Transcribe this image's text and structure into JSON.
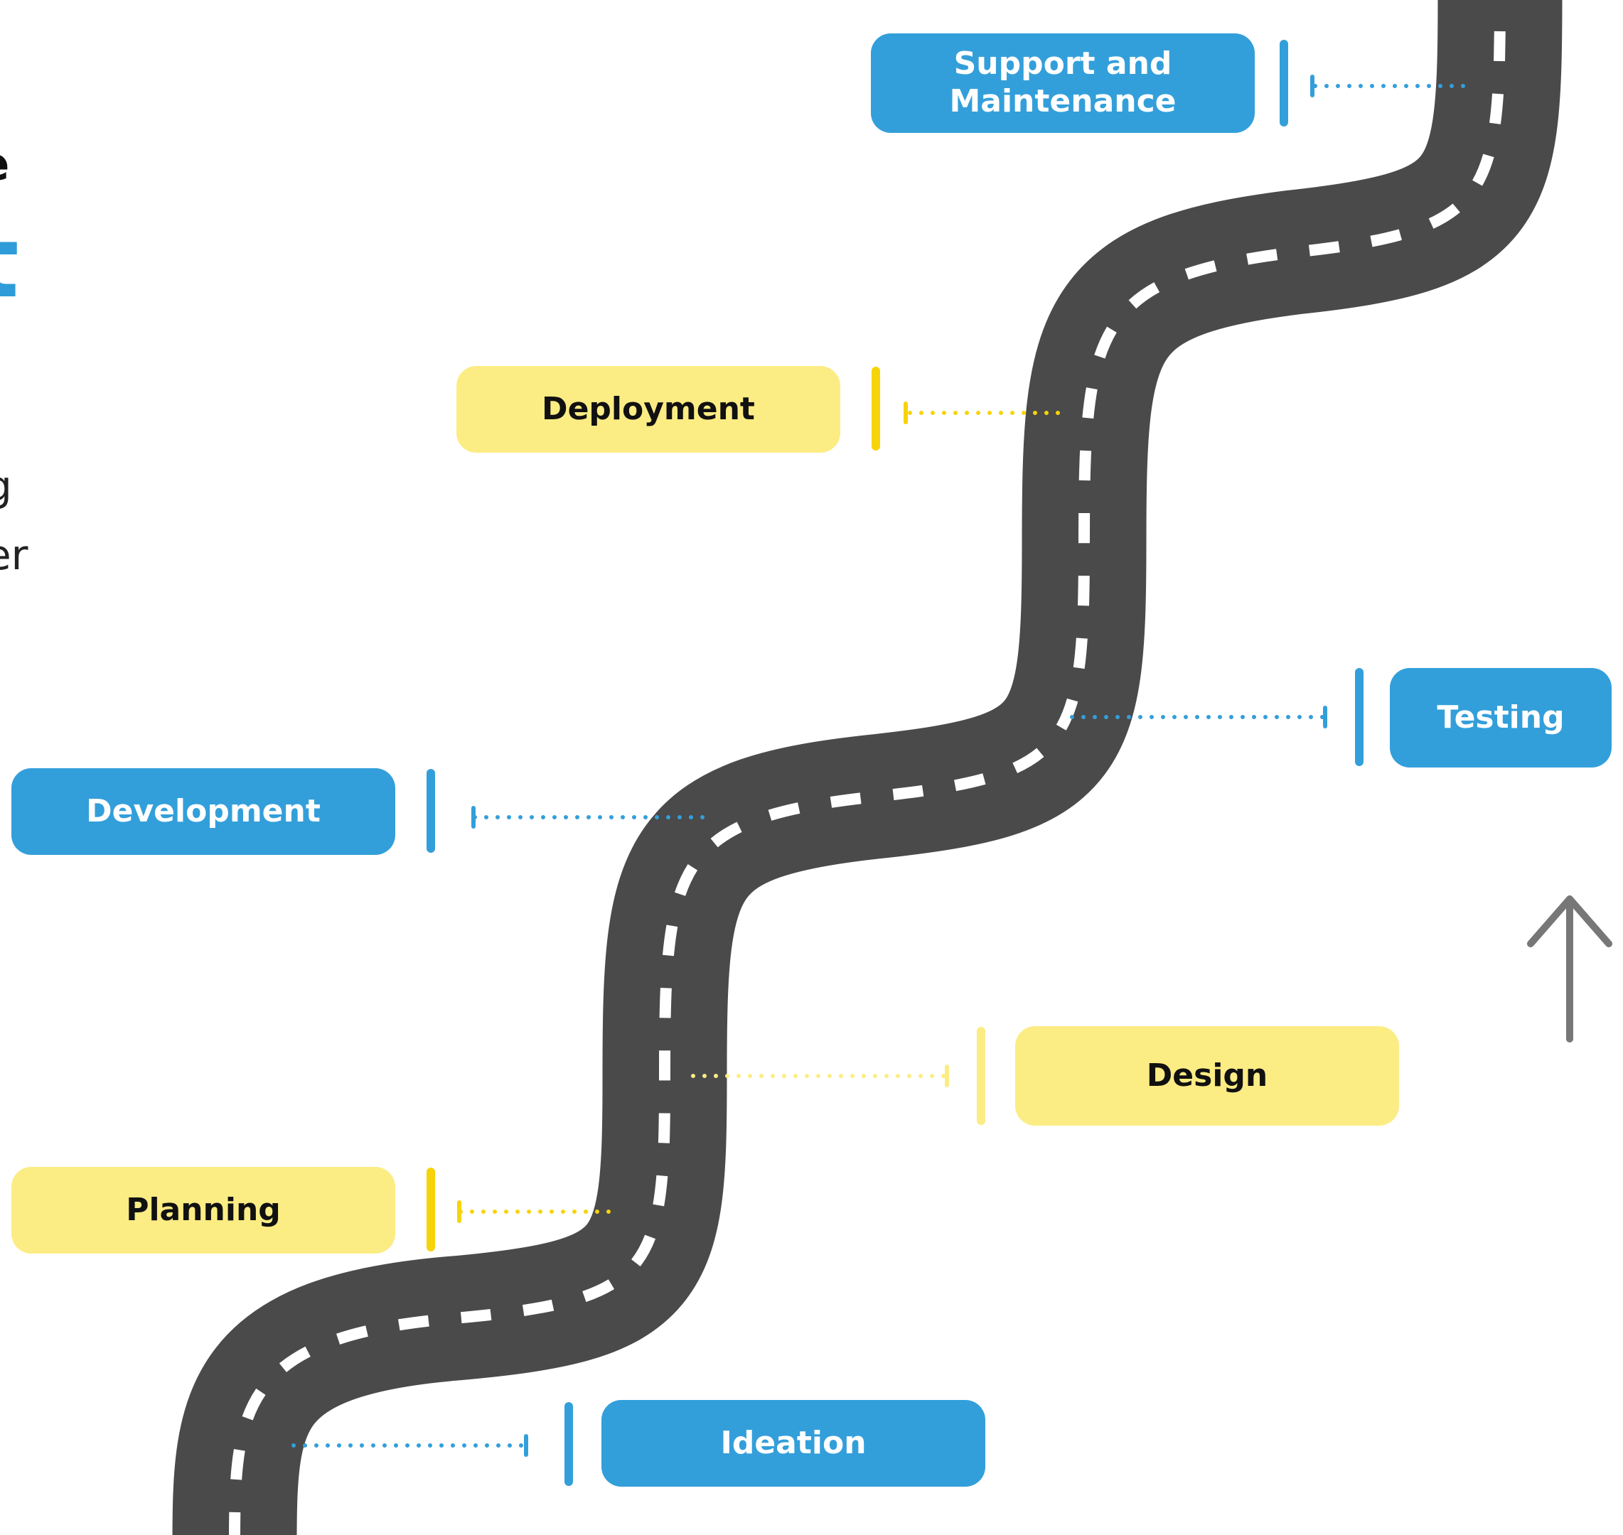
{
  "title_fragments": [
    "e",
    "t"
  ],
  "body_fragments": [
    "g",
    "er"
  ],
  "colors": {
    "blue": "#339fda",
    "yellow": "#fcec84",
    "yellow_accent": "#f7d30a",
    "road": "#4a4a4a",
    "lane_marking": "#ffffff",
    "arrow": "#777777"
  },
  "stages": [
    {
      "id": "ideation",
      "label": "Ideation",
      "color": "blue"
    },
    {
      "id": "planning",
      "label": "Planning",
      "color": "yellow"
    },
    {
      "id": "design",
      "label": "Design",
      "color": "yellow"
    },
    {
      "id": "development",
      "label": "Development",
      "color": "blue"
    },
    {
      "id": "testing",
      "label": "Testing",
      "color": "blue"
    },
    {
      "id": "deployment",
      "label": "Deployment",
      "color": "yellow"
    },
    {
      "id": "support",
      "label": "Support and Maintenance",
      "color": "blue"
    }
  ],
  "direction_icon": "arrow-up-icon"
}
